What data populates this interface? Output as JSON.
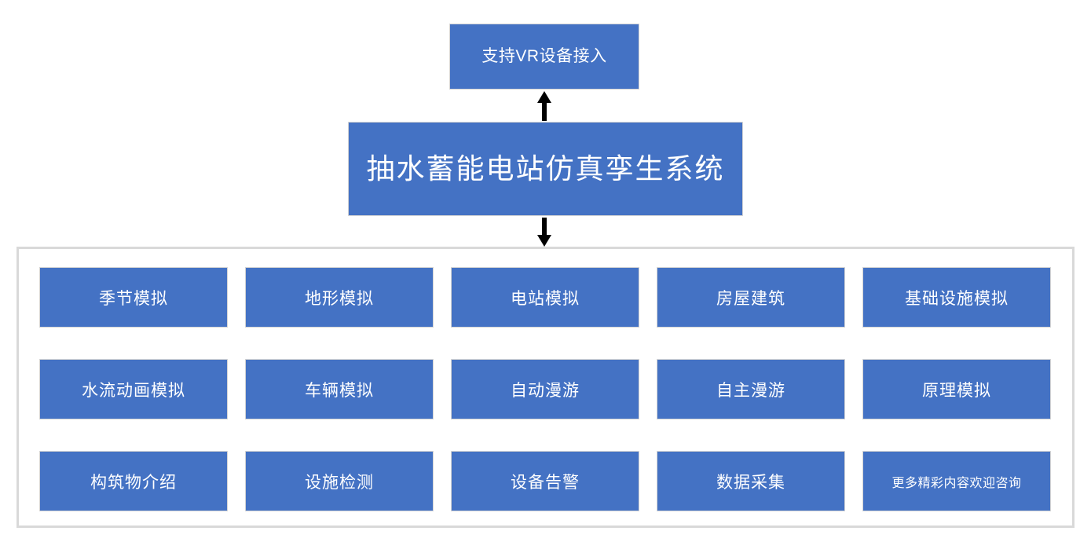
{
  "diagram": {
    "top_node": {
      "label": "支持VR设备接入",
      "color": "#4472C4"
    },
    "system_node": {
      "label": "抽水蓄能电站仿真孪生系统",
      "color": "#4472C4"
    },
    "arrows": [
      {
        "name": "arrow-up",
        "direction": "up",
        "color": "#000000"
      },
      {
        "name": "arrow-down",
        "direction": "down",
        "color": "#000000"
      }
    ],
    "container": {
      "border_color": "#D9D9D9"
    },
    "modules": [
      {
        "label": "季节模拟",
        "size": "normal"
      },
      {
        "label": "地形模拟",
        "size": "normal"
      },
      {
        "label": "电站模拟",
        "size": "normal"
      },
      {
        "label": "房屋建筑",
        "size": "normal"
      },
      {
        "label": "基础设施模拟",
        "size": "normal"
      },
      {
        "label": "水流动画模拟",
        "size": "normal"
      },
      {
        "label": "车辆模拟",
        "size": "normal"
      },
      {
        "label": "自动漫游",
        "size": "normal"
      },
      {
        "label": "自主漫游",
        "size": "normal"
      },
      {
        "label": "原理模拟",
        "size": "normal"
      },
      {
        "label": "构筑物介绍",
        "size": "normal"
      },
      {
        "label": "设施检测",
        "size": "normal"
      },
      {
        "label": "设备告警",
        "size": "normal"
      },
      {
        "label": "数据采集",
        "size": "normal"
      },
      {
        "label": "更多精彩内容欢迎咨询",
        "size": "small"
      }
    ]
  }
}
